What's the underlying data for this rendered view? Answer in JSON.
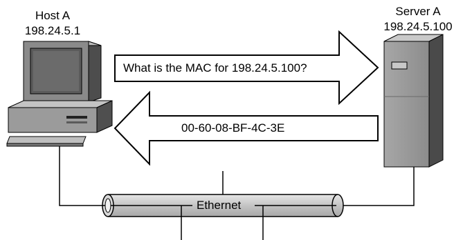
{
  "host": {
    "name": "Host A",
    "ip": "198.24.5.1"
  },
  "server": {
    "name": "Server A",
    "ip": "198.24.5.100"
  },
  "request": {
    "text": "What is the MAC for 198.24.5.100?"
  },
  "reply": {
    "text": "00-60-08-BF-4C-3E"
  },
  "network": {
    "label": "Ethernet"
  },
  "colors": {
    "device_dark": "#6f6f6f",
    "device_mid": "#9a9a9a",
    "device_light": "#d0d0d0",
    "cable": "#c8c8c8",
    "line": "#000000"
  }
}
